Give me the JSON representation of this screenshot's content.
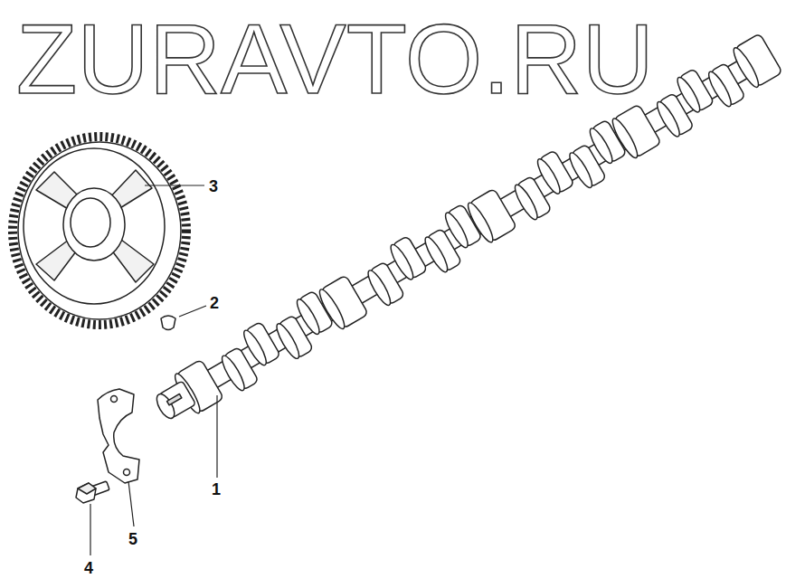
{
  "diagram": {
    "labels": [
      "ZURAVTO.RU",
      "3",
      "2",
      "1",
      "5",
      "4"
    ]
  }
}
